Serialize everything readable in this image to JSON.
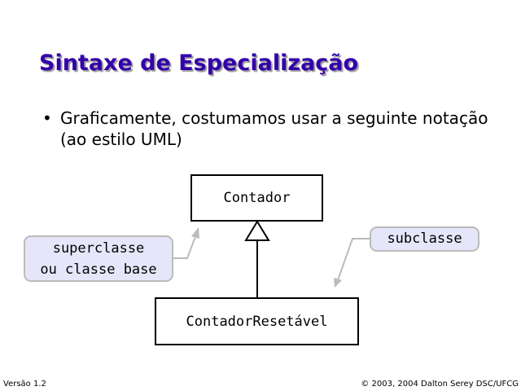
{
  "title": "Sintaxe de Especialização",
  "bullet": {
    "symbol": "•",
    "text": "Graficamente, costumamos usar a seguinte notação (ao estilo UML)"
  },
  "diagram": {
    "superclass": "Contador",
    "subclass": "ContadorResetável",
    "callout_left": {
      "line1": "superclasse",
      "line2": "ou classe base"
    },
    "callout_right": "subclasse"
  },
  "footer": {
    "version": "Versão 1.2",
    "copyright": "© 2003, 2004 Dalton Serey DSC/UFCG"
  }
}
